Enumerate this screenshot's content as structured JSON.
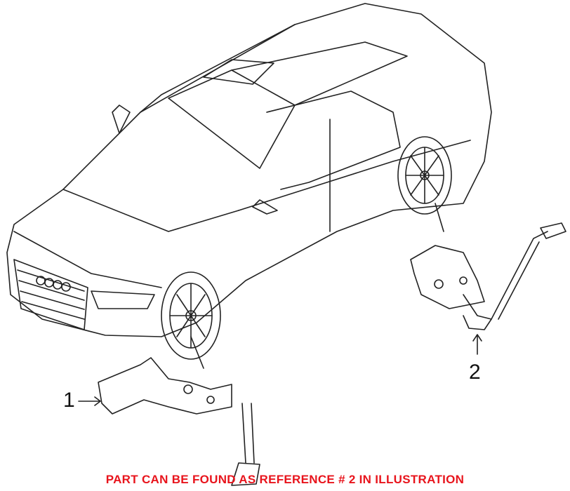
{
  "diagram": {
    "callouts": [
      {
        "label": "1"
      },
      {
        "label": "2"
      }
    ],
    "note": "PART CAN BE FOUND AS REFERENCE # 2 IN ILLUSTRATION",
    "note_color": "#e8141c"
  }
}
